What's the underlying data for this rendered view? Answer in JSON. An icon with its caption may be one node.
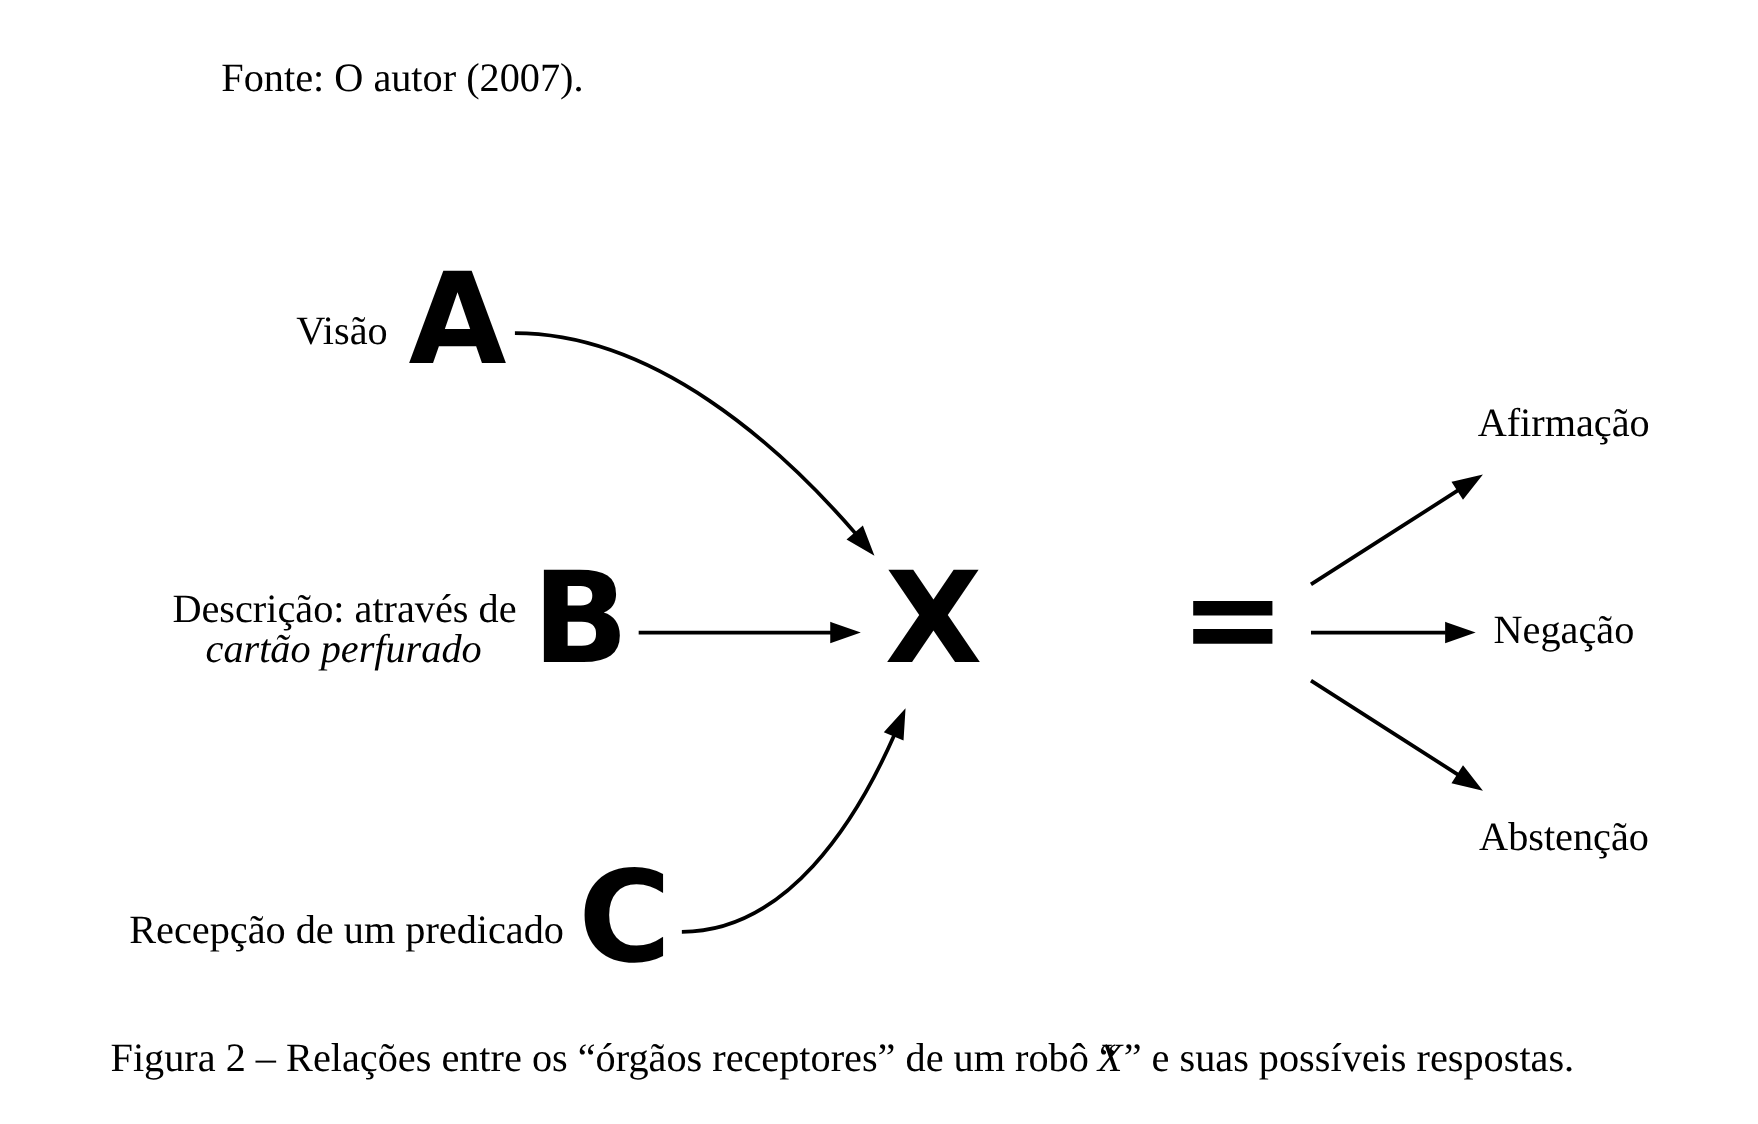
{
  "diagram": {
    "caption": "Figura 2 – Relações entre os “órgãos receptores” de um robô “*X*” e suas possíveis respostas.",
    "nodes": [
      {
        "text": [
          "A"
        ],
        "beside": [
          "Visão"
        ]
      },
      {
        "text": [
          "B"
        ],
        "beside": [
          "Descrição: através de *cartão perfurado*"
        ]
      },
      {
        "text": [
          "C"
        ],
        "beside": [
          "Recepção de um predicado"
        ]
      },
      {
        "text": [
          "X"
        ]
      },
      {
        "text": [
          "="
        ]
      },
      {
        "text": [
          "Afirmação"
        ]
      },
      {
        "text": [
          "Negação"
        ]
      },
      {
        "text": [
          "Abstenção"
        ]
      }
    ],
    "edges": [
      {
        "from": 0,
        "to": 3,
        "arrow": "to"
      },
      {
        "from": 1,
        "to": 3,
        "arrow": "to"
      },
      {
        "from": 2,
        "to": 3,
        "arrow": "to"
      },
      {
        "from": 4,
        "to": 5,
        "arrow": "to"
      },
      {
        "from": 4,
        "to": 6,
        "arrow": "to"
      },
      {
        "from": 4,
        "to": 7,
        "arrow": "to"
      }
    ],
    "labels": [
      "Fonte: O autor (2007)."
    ]
  }
}
